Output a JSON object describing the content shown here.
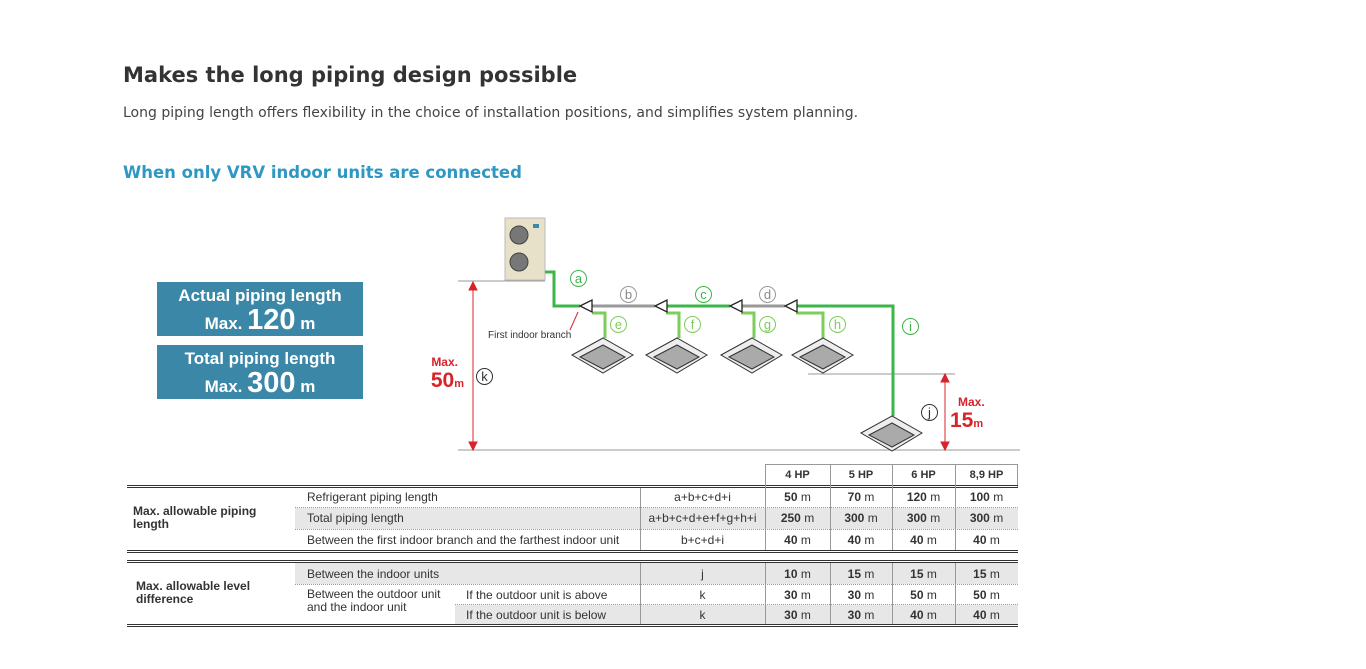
{
  "heading": "Makes the long piping design possible",
  "intro": "Long piping length offers flexibility in the choice of installation positions, and simplifies system planning.",
  "subheading": "When only VRV indoor units are connected",
  "boxes": [
    {
      "title": "Actual piping length",
      "prefix": "Max.",
      "value": "120",
      "unit": "m"
    },
    {
      "title": "Total piping length",
      "prefix": "Max.",
      "value": "300",
      "unit": "m"
    }
  ],
  "diagram": {
    "labels": {
      "a": "a",
      "b": "b",
      "c": "c",
      "d": "d",
      "e": "e",
      "f": "f",
      "g": "g",
      "h": "h",
      "i": "i",
      "j": "j",
      "k": "k"
    },
    "first_branch": "First indoor branch",
    "max_k": {
      "prefix": "Max.",
      "value": "50",
      "unit": "m"
    },
    "max_j": {
      "prefix": "Max.",
      "value": "15",
      "unit": "m"
    },
    "colors": {
      "pipe": "#3cb54a",
      "branch": "#999999",
      "dimension": "#d8232a",
      "box": "#3a87a8"
    }
  },
  "table": {
    "headers": [
      "4 HP",
      "5 HP",
      "6 HP",
      "8,9 HP"
    ],
    "group1": {
      "label": "Max. allowable piping length",
      "rows": [
        {
          "desc": "Refrigerant piping length",
          "formula": "a+b+c+d+i",
          "values": [
            "50",
            "70",
            "120",
            "100"
          ]
        },
        {
          "desc": "Total piping length",
          "formula": "a+b+c+d+e+f+g+h+i",
          "values": [
            "250",
            "300",
            "300",
            "300"
          ]
        },
        {
          "desc": "Between the first indoor branch and the farthest indoor unit",
          "formula": "b+c+d+i",
          "values": [
            "40",
            "40",
            "40",
            "40"
          ]
        }
      ]
    },
    "group2": {
      "label": "Max. allowable level difference",
      "rows": [
        {
          "desc": "Between the indoor units",
          "formula": "j",
          "values": [
            "10",
            "15",
            "15",
            "15"
          ]
        },
        {
          "desc": "Between the outdoor unit and the indoor unit",
          "sub": "If the outdoor unit is above",
          "formula": "k",
          "values": [
            "30",
            "30",
            "50",
            "50"
          ]
        },
        {
          "sub": "If the outdoor unit is below",
          "formula": "k",
          "values": [
            "30",
            "30",
            "40",
            "40"
          ]
        }
      ]
    },
    "unit": "m"
  }
}
